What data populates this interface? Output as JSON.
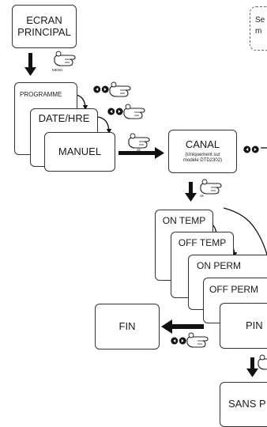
{
  "boxes": {
    "ecran_principal": [
      "ECRAN",
      "PRINCIPAL"
    ],
    "programme": "PROGRAMME",
    "date_hre": "DATE/HRE",
    "manuel": "MANUEL",
    "canal": "CANAL",
    "canal_note": [
      "(Uniquement sur",
      "modèle DTD2302)"
    ],
    "on_temp": "ON TEMP",
    "off_temp": "OFF TEMP",
    "on_perm": "ON PERM",
    "off_perm": "OFF PERM",
    "pin": "PIN",
    "fin": "FIN",
    "sans_p": "SANS P"
  },
  "hint_lines": [
    "Se",
    "m"
  ],
  "button_labels": {
    "menu": "MENU",
    "ok": "ok"
  },
  "icons": {
    "hand": "pointing-hand-icon",
    "arrows": "left-right-arrow-buttons-icon"
  }
}
